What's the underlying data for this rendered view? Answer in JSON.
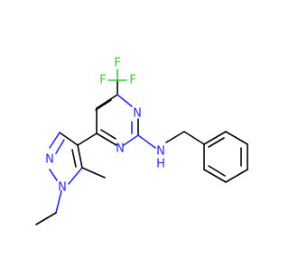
{
  "molecule": {
    "atom_labels": {
      "F1": "F",
      "F2": "F",
      "F3": "F",
      "N_pyrimidine_top": "N",
      "N_pyrimidine_bottom": "N",
      "NH": "N",
      "H": "H",
      "N_pyrazole_1": "N",
      "N_pyrazole_2": "N"
    },
    "colors": {
      "bond": "#000000",
      "nitrogen": "#2a2aee",
      "fluorine": "#33cc33",
      "background": "#ffffff"
    }
  }
}
